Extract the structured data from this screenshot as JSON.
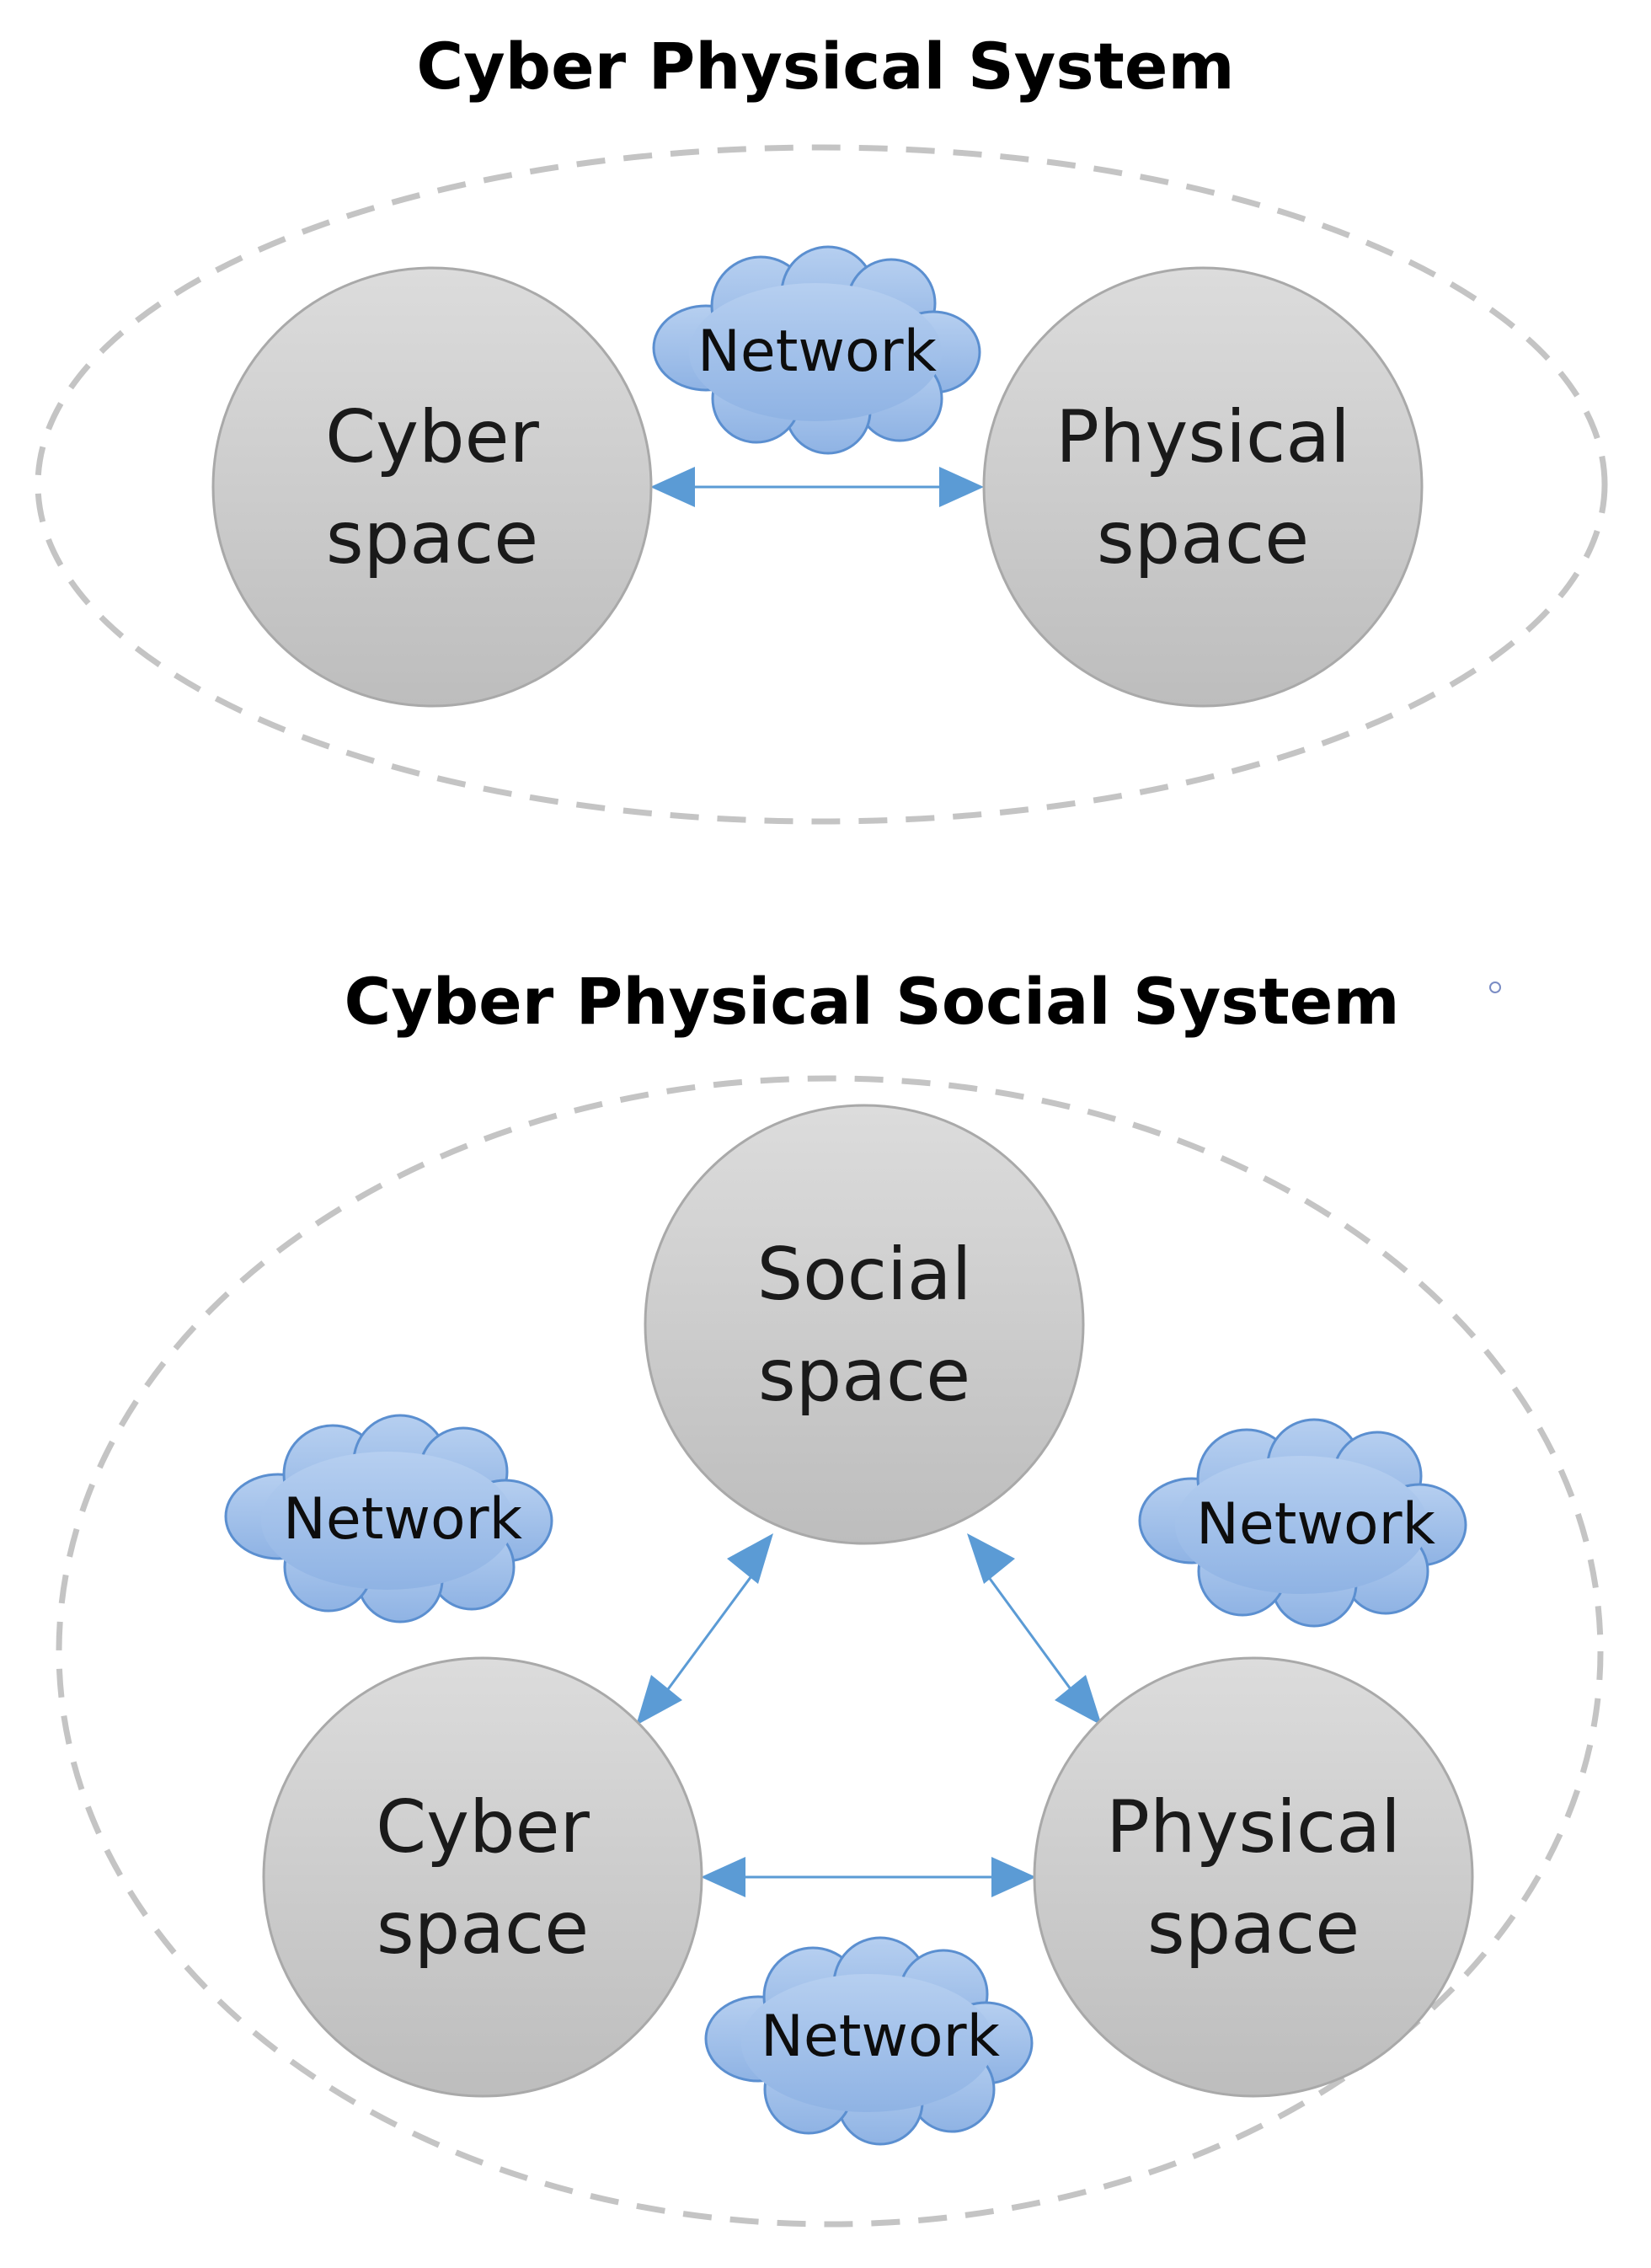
{
  "cps": {
    "title": "Cyber Physical System",
    "cyber_node": {
      "line1": "Cyber",
      "line2": "space"
    },
    "physical_node": {
      "line1": "Physical",
      "line2": "space"
    },
    "network_cloud": "Network"
  },
  "cpss": {
    "title": "Cyber Physical Social System",
    "social_node": {
      "line1": "Social",
      "line2": "space"
    },
    "cyber_node": {
      "line1": "Cyber",
      "line2": "space"
    },
    "physical_node": {
      "line1": "Physical",
      "line2": "space"
    },
    "network_cloud_left": "Network",
    "network_cloud_right": "Network",
    "network_cloud_bottom": "Network"
  },
  "colors": {
    "node_fill_top": "#dcdcdc",
    "node_fill_bottom": "#bdbdbd",
    "cloud_fill_top": "#b6cff0",
    "cloud_fill_bottom": "#8fb3e4",
    "arrow": "#5b9bd5",
    "boundary": "#c4c4c4"
  }
}
